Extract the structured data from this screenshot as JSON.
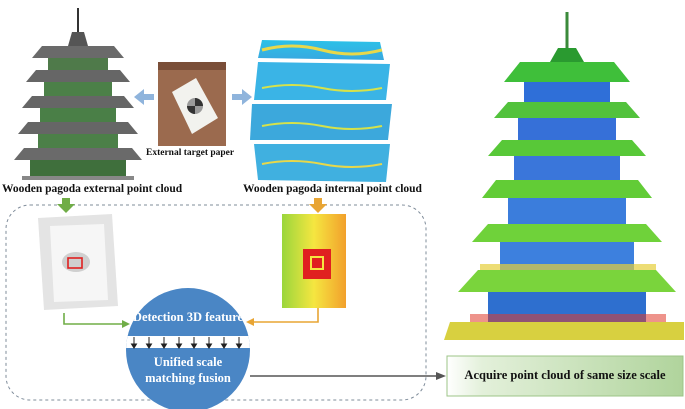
{
  "labels": {
    "external_target": "External target paper",
    "external_cloud": "Wooden pagoda  external point cloud",
    "internal_cloud": "Wooden pagoda  internal point cloud"
  },
  "process": {
    "detection": "Detection 3D feature",
    "fusion_line1": "Unified scale",
    "fusion_line2": "matching fusion"
  },
  "output": {
    "label": "Acquire point cloud of same size scale"
  },
  "colors": {
    "arrow_blue": "#8fb4dc",
    "arrow_green": "#70ad47",
    "arrow_orange": "#e8a534",
    "circle_blue": "#4a86c5",
    "output_box": "#b8d8a8",
    "target_red": "#e02020"
  }
}
